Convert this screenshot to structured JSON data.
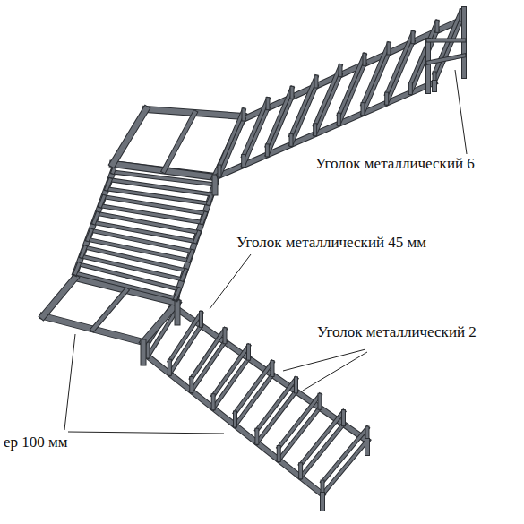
{
  "diagram": {
    "labels": [
      "Уголок металлический 6",
      "Уголок металлический 45 мм",
      "Уголок металлический 2",
      "ер 100 мм"
    ]
  }
}
